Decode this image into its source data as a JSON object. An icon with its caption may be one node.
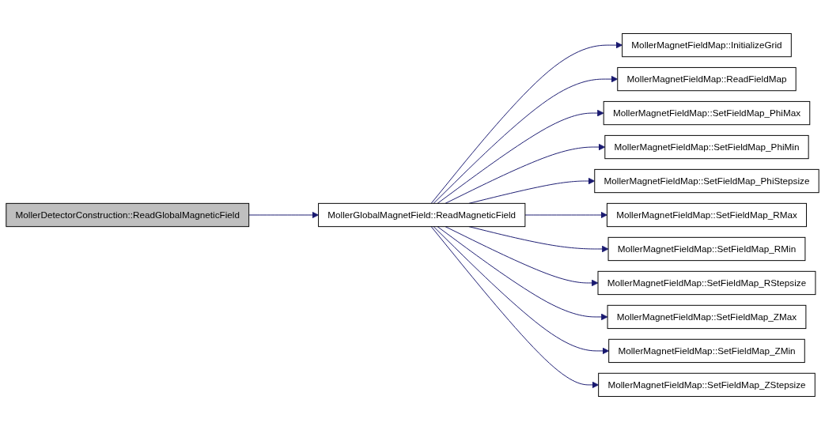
{
  "diagram": {
    "nodes": [
      {
        "text": [
          "MollerDetectorConstruction::ReadGlobalMagneticField"
        ]
      },
      {
        "text": [
          "MollerGlobalMagnetField::ReadMagneticField"
        ]
      },
      {
        "text": [
          "MollerMagnetFieldMap::InitializeGrid"
        ]
      },
      {
        "text": [
          "MollerMagnetFieldMap::ReadFieldMap"
        ]
      },
      {
        "text": [
          "MollerMagnetFieldMap::SetFieldMap_PhiMax"
        ]
      },
      {
        "text": [
          "MollerMagnetFieldMap::SetFieldMap_PhiMin"
        ]
      },
      {
        "text": [
          "MollerMagnetFieldMap::SetFieldMap_PhiStepsize"
        ]
      },
      {
        "text": [
          "MollerMagnetFieldMap::SetFieldMap_RMax"
        ]
      },
      {
        "text": [
          "MollerMagnetFieldMap::SetFieldMap_RMin"
        ]
      },
      {
        "text": [
          "MollerMagnetFieldMap::SetFieldMap_RStepsize"
        ]
      },
      {
        "text": [
          "MollerMagnetFieldMap::SetFieldMap_ZMax"
        ]
      },
      {
        "text": [
          "MollerMagnetFieldMap::SetFieldMap_ZMin"
        ]
      },
      {
        "text": [
          "MollerMagnetFieldMap::SetFieldMap_ZStepsize"
        ]
      }
    ],
    "edges": [
      {
        "from": 0,
        "to": 1,
        "arrow": "to"
      },
      {
        "from": 1,
        "to": 2,
        "arrow": "to"
      },
      {
        "from": 1,
        "to": 3,
        "arrow": "to"
      },
      {
        "from": 1,
        "to": 4,
        "arrow": "to"
      },
      {
        "from": 1,
        "to": 5,
        "arrow": "to"
      },
      {
        "from": 1,
        "to": 6,
        "arrow": "to"
      },
      {
        "from": 1,
        "to": 7,
        "arrow": "to"
      },
      {
        "from": 1,
        "to": 8,
        "arrow": "to"
      },
      {
        "from": 1,
        "to": 9,
        "arrow": "to"
      },
      {
        "from": 1,
        "to": 10,
        "arrow": "to"
      },
      {
        "from": 1,
        "to": 11,
        "arrow": "to"
      },
      {
        "from": 1,
        "to": 12,
        "arrow": "to"
      }
    ]
  }
}
